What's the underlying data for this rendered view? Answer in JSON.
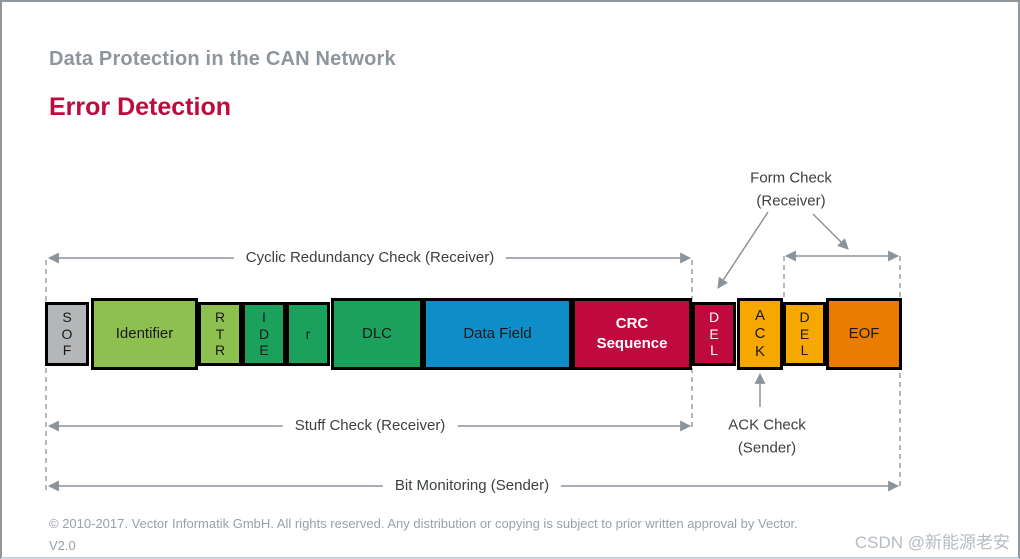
{
  "header": {
    "subtitle": "Data Protection in the CAN Network",
    "title": "Error Detection"
  },
  "frame": {
    "fields": [
      {
        "name": "sof",
        "label": "S\nO\nF",
        "bg": "#b5b6b7",
        "fg": "#1a1a1a"
      },
      {
        "name": "identifier",
        "label": "Identifier",
        "bg": "#8ec04f",
        "fg": "#1a1a1a"
      },
      {
        "name": "rtr",
        "label": "R\nT\nR",
        "bg": "#8ec04f",
        "fg": "#1a1a1a"
      },
      {
        "name": "ide",
        "label": "I\nD\nE",
        "bg": "#1ca15d",
        "fg": "#1a1a1a"
      },
      {
        "name": "r",
        "label": "r",
        "bg": "#1ca15d",
        "fg": "#1a1a1a"
      },
      {
        "name": "dlc",
        "label": "DLC",
        "bg": "#1ca15d",
        "fg": "#1a1a1a"
      },
      {
        "name": "data-field",
        "label": "Data Field",
        "bg": "#0f8dc9",
        "fg": "#1a1a1a"
      },
      {
        "name": "crc-sequence",
        "label": "CRC\nSequence",
        "bg": "#c00a3e",
        "fg": "#ffffff"
      },
      {
        "name": "del-crc",
        "label": "D\nE\nL",
        "bg": "#c00a3e",
        "fg": "#ffffff"
      },
      {
        "name": "ack",
        "label": "A\nC\nK",
        "bg": "#f7a800",
        "fg": "#1a1a1a"
      },
      {
        "name": "del-ack",
        "label": "D\nE\nL",
        "bg": "#f7a800",
        "fg": "#1a1a1a"
      },
      {
        "name": "eof",
        "label": "EOF",
        "bg": "#ea7c00",
        "fg": "#1a1a1a"
      }
    ]
  },
  "annotations": {
    "crc_check": "Cyclic Redundancy Check (Receiver)",
    "form_check": "Form Check\n(Receiver)",
    "stuff_check": "Stuff Check (Receiver)",
    "ack_check": "ACK Check\n(Sender)",
    "bit_monitoring": "Bit Monitoring (Sender)"
  },
  "footer": {
    "copyright": "© 2010-2017. Vector Informatik GmbH. All rights reserved. Any distribution or copying is subject to prior written approval by Vector.",
    "version": "V2.0"
  },
  "watermark": "CSDN @新能源老安",
  "colors": {
    "accent_red": "#c00a3e",
    "subtitle_gray": "#8e969c",
    "arrow_gray": "#8b939b"
  }
}
